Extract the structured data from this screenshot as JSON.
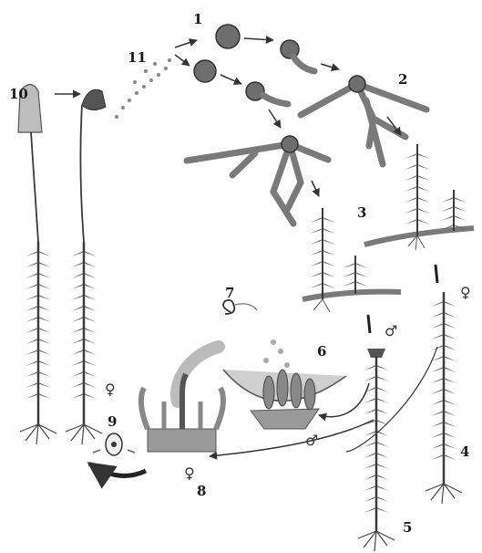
{
  "diagram": {
    "stage_labels": [
      "1",
      "2",
      "3",
      "4",
      "5",
      "6",
      "7",
      "8",
      "9",
      "10",
      "11"
    ],
    "female_symbol": "♀",
    "male_symbol": "♂",
    "colors": {
      "stem": "#3a3a3a",
      "leaf": "#4a4a4a",
      "spore": "#6e6e6e",
      "capsule": "#555555",
      "calyptra": "#bdbdbd",
      "protonema": "#7a7a7a",
      "arrow": "#333333",
      "tissue": "#9a9a9a"
    }
  }
}
